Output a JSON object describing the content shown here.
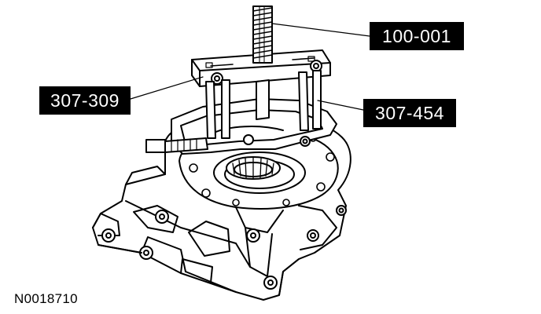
{
  "callouts": {
    "tool_100": "100-001",
    "tool_309": "307-309",
    "tool_454": "307-454"
  },
  "figure_id": "N0018710",
  "colors": {
    "ink": "#000000",
    "paper": "#ffffff",
    "label_bg": "#000000",
    "label_text": "#ffffff"
  }
}
